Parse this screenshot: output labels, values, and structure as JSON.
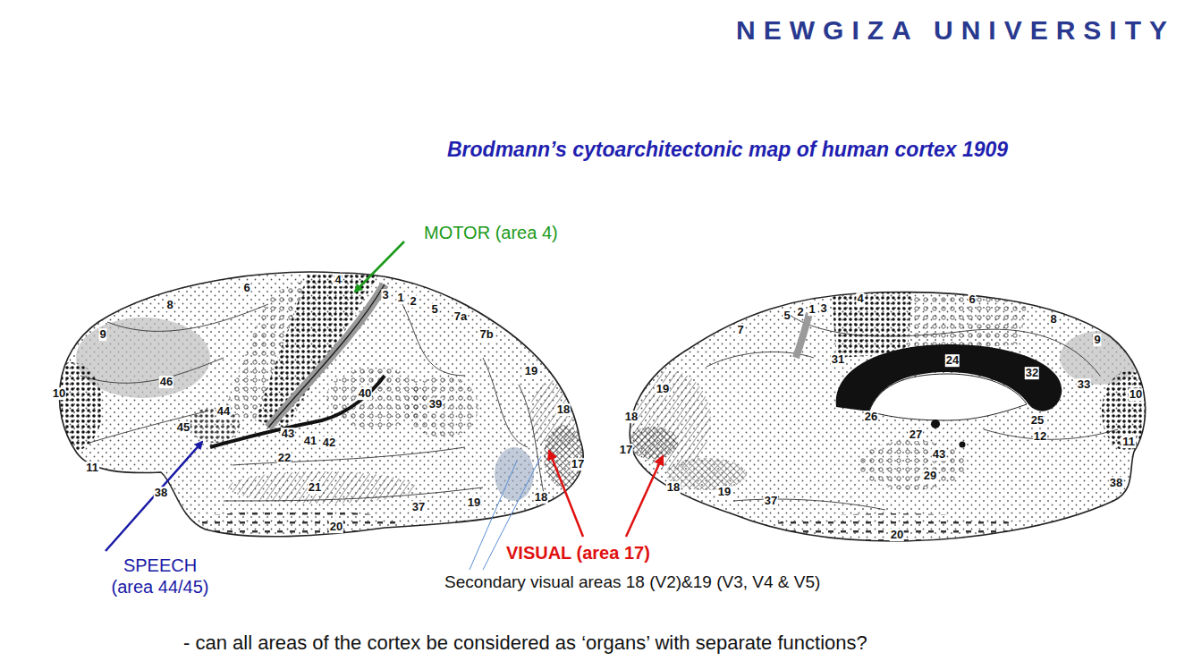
{
  "diagram": {
    "title": "Brodmann’s cytoarchitectonic map of human cortex 1909",
    "caption": "- can all areas of the cortex be considered as ‘organs’ with separate functions?",
    "labels": [
      "NEWGIZA UNIVERSITY",
      "MOTOR (area 4)",
      "SPEECH (area 44/45)",
      "VISUAL (area 17)",
      "Secondary visual areas 18 (V2)&19 (V3, V4 & V5)",
      "4",
      "6",
      "8",
      "9",
      "10",
      "46",
      "45",
      "44",
      "11",
      "38",
      "3",
      "1",
      "2",
      "5",
      "7a",
      "7b",
      "19",
      "40",
      "39",
      "43",
      "41",
      "42",
      "22",
      "21",
      "37",
      "20",
      "19",
      "18",
      "18",
      "17",
      "5",
      "2",
      "1",
      "3",
      "4",
      "6",
      "8",
      "9",
      "10",
      "7",
      "31",
      "24",
      "32",
      "33",
      "26",
      "25",
      "12",
      "11",
      "19",
      "18",
      "17",
      "18",
      "19",
      "37",
      "27",
      "43",
      "29",
      "38",
      "20"
    ]
  }
}
